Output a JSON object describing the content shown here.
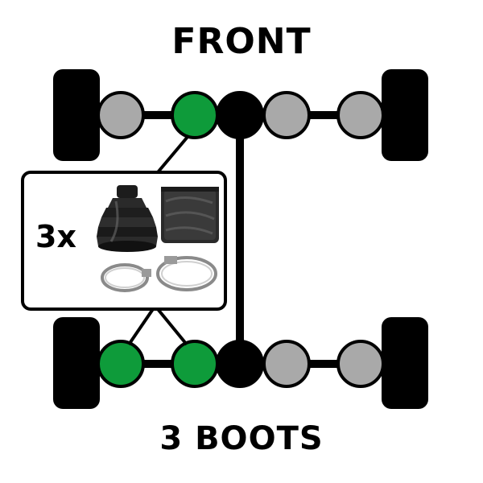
{
  "header": {
    "title": "FRONT"
  },
  "footer": {
    "title": "3 BOOTS"
  },
  "kit": {
    "quantity": "3x",
    "items": [
      "cv-boot",
      "grease-packet",
      "clamp",
      "clamp"
    ]
  },
  "colors": {
    "highlight": "#0e9b3a",
    "joint": "#a9a9a9",
    "center": "#000000",
    "tire": "#000000",
    "axle": "#000000",
    "background": "#ffffff"
  },
  "front_axle": {
    "joints": [
      {
        "id": "front-left-outer",
        "status": "inactive"
      },
      {
        "id": "front-left-inner",
        "status": "highlighted"
      },
      {
        "id": "front-differential",
        "status": "center"
      },
      {
        "id": "front-right-inner",
        "status": "inactive"
      },
      {
        "id": "front-right-outer",
        "status": "inactive"
      }
    ]
  },
  "rear_axle": {
    "joints": [
      {
        "id": "rear-left-outer",
        "status": "highlighted"
      },
      {
        "id": "rear-left-inner",
        "status": "highlighted"
      },
      {
        "id": "rear-differential",
        "status": "center"
      },
      {
        "id": "rear-right-inner",
        "status": "inactive"
      },
      {
        "id": "rear-right-outer",
        "status": "inactive"
      }
    ]
  }
}
